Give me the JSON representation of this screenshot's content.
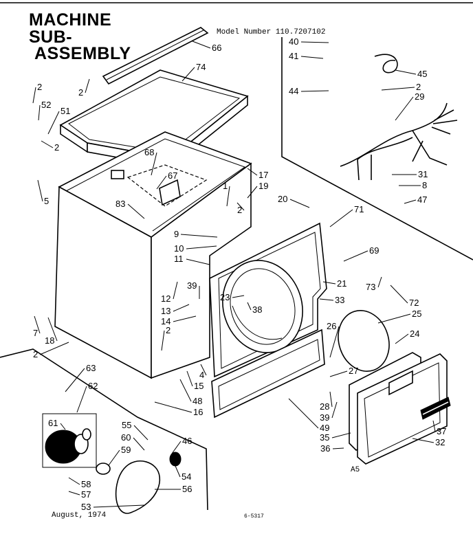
{
  "title": {
    "line1": "MACHINE",
    "line2": "SUB-",
    "line3": "ASSEMBLY"
  },
  "model_number": "Model Number 110.7207102",
  "date": "August, 1974",
  "sheet_code": "A5",
  "drawing_ref": "6-5317",
  "callouts": [
    {
      "label": "66"
    },
    {
      "label": "2"
    },
    {
      "label": "74"
    },
    {
      "label": "2"
    },
    {
      "label": "52"
    },
    {
      "label": "51"
    },
    {
      "label": "2"
    },
    {
      "label": "5"
    },
    {
      "label": "68"
    },
    {
      "label": "67"
    },
    {
      "label": "83"
    },
    {
      "label": "17"
    },
    {
      "label": "1"
    },
    {
      "label": "19"
    },
    {
      "label": "2"
    },
    {
      "label": "20"
    },
    {
      "label": "40"
    },
    {
      "label": "41"
    },
    {
      "label": "44"
    },
    {
      "label": "45"
    },
    {
      "label": "2"
    },
    {
      "label": "29"
    },
    {
      "label": "31"
    },
    {
      "label": "8"
    },
    {
      "label": "47"
    },
    {
      "label": "71"
    },
    {
      "label": "9"
    },
    {
      "label": "10"
    },
    {
      "label": "11"
    },
    {
      "label": "69"
    },
    {
      "label": "21"
    },
    {
      "label": "73"
    },
    {
      "label": "72"
    },
    {
      "label": "12"
    },
    {
      "label": "39"
    },
    {
      "label": "23"
    },
    {
      "label": "33"
    },
    {
      "label": "13"
    },
    {
      "label": "14"
    },
    {
      "label": "38"
    },
    {
      "label": "25"
    },
    {
      "label": "26"
    },
    {
      "label": "24"
    },
    {
      "label": "2"
    },
    {
      "label": "7"
    },
    {
      "label": "18"
    },
    {
      "label": "2"
    },
    {
      "label": "4"
    },
    {
      "label": "15"
    },
    {
      "label": "27"
    },
    {
      "label": "48"
    },
    {
      "label": "16"
    },
    {
      "label": "28"
    },
    {
      "label": "39"
    },
    {
      "label": "49"
    },
    {
      "label": "35"
    },
    {
      "label": "36"
    },
    {
      "label": "37"
    },
    {
      "label": "32"
    },
    {
      "label": "63"
    },
    {
      "label": "62"
    },
    {
      "label": "61"
    },
    {
      "label": "55"
    },
    {
      "label": "60"
    },
    {
      "label": "46"
    },
    {
      "label": "59"
    },
    {
      "label": "54"
    },
    {
      "label": "58"
    },
    {
      "label": "56"
    },
    {
      "label": "57"
    },
    {
      "label": "53"
    }
  ]
}
